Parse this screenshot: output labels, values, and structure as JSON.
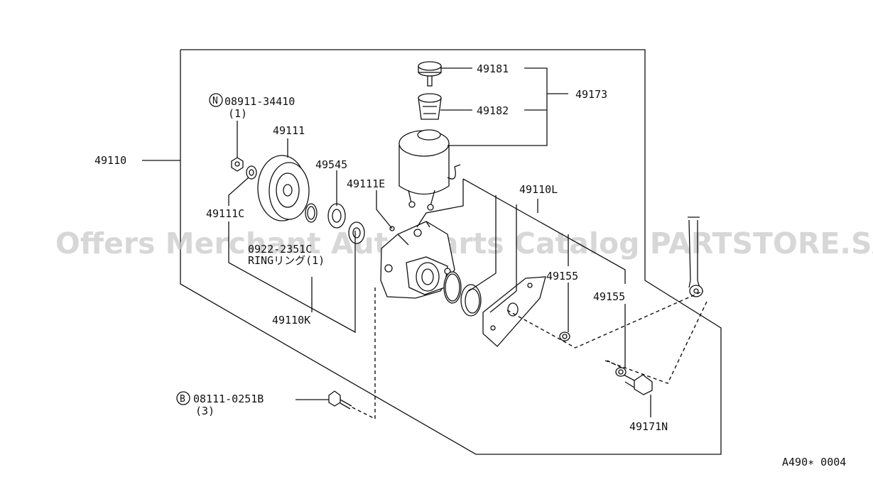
{
  "watermark": "Offers Merchant Auto Parts Catalog PARTSTORE.SA",
  "figure_code": "A490∗ 0004",
  "labels": {
    "p49110": "49110",
    "p08911": "08911-34410",
    "p08911_qty": "(1)",
    "p49111": "49111",
    "p49111C": "49111C",
    "p49545": "49545",
    "p49111E": "49111E",
    "p0922": "0922-2351C",
    "ring": "RINGリング(1)",
    "p49110K": "49110K",
    "p49181": "49181",
    "p49182": "49182",
    "p49173": "49173",
    "p49110L": "49110L",
    "p49155a": "49155",
    "p49155b": "49155",
    "p08111": "08111-0251B",
    "p08111_qty": "(3)",
    "p49171N": "49171N"
  },
  "markers": {
    "N": "N",
    "B": "B"
  }
}
